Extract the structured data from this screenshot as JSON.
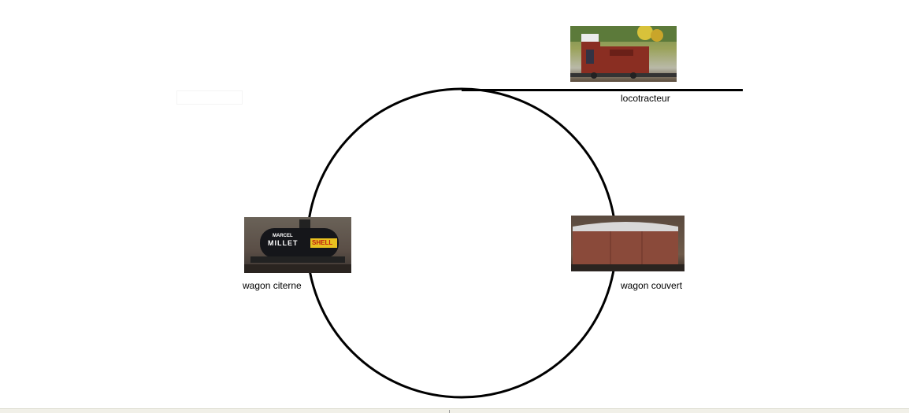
{
  "labels": {
    "locotracteur": "locotracteur",
    "wagon_citerne": "wagon citerne",
    "wagon_couvert": "wagon couvert"
  },
  "tank_markings": {
    "line1": "MARCEL",
    "line2": "MILLET",
    "brand": "SHELL"
  },
  "colors": {
    "track": "#000000",
    "loco": "#8a2e22",
    "tank": "#15161a",
    "boxcar": "#8a4a3a"
  }
}
